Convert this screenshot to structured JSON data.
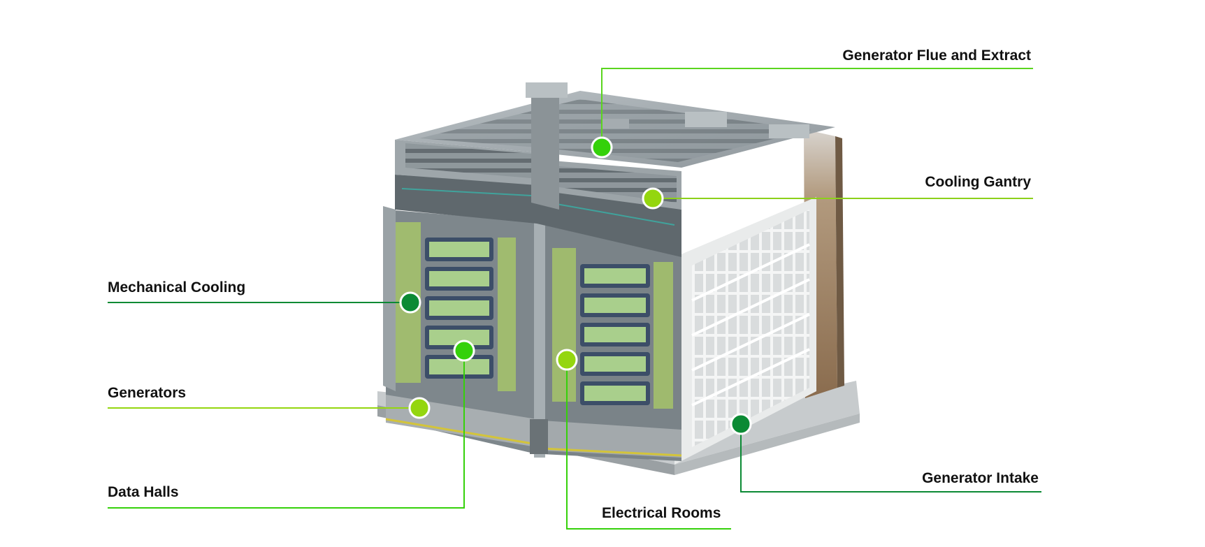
{
  "colors": {
    "line_green": "#5ad51e",
    "lime": "#94d60f",
    "bright_green": "#35d10a",
    "dark_green": "#0b8a34"
  },
  "labels": {
    "generator_flue": "Generator Flue and Extract",
    "cooling_gantry": "Cooling Gantry",
    "mechanical_cooling": "Mechanical Cooling",
    "generators": "Generators",
    "data_halls": "Data Halls",
    "electrical_rooms": "Electrical Rooms",
    "generator_intake": "Generator Intake"
  }
}
